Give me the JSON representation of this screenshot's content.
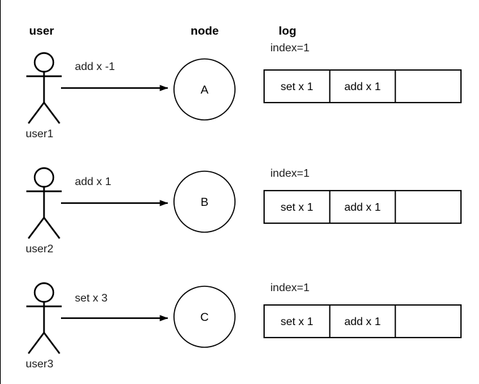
{
  "diagram": {
    "title": "user node log interaction diagram",
    "background_color": "#ffffff",
    "stroke_color": "#000000",
    "text_color": "#1a1a1a"
  },
  "columns": [
    {
      "key": "user",
      "label": "user"
    },
    {
      "key": "node",
      "label": "node"
    },
    {
      "key": "log",
      "label": "log"
    }
  ],
  "rows": [
    {
      "actor_label": "user1",
      "message": "add x -1",
      "node_label": "A",
      "log": {
        "index_label": "index=1",
        "cells": [
          "set x 1",
          "add x 1",
          ""
        ]
      }
    },
    {
      "actor_label": "user2",
      "message": "add x 1",
      "node_label": "B",
      "log": {
        "index_label": "index=1",
        "cells": [
          "set x 1",
          "add x 1",
          ""
        ]
      }
    },
    {
      "actor_label": "user3",
      "message": "set x 3",
      "node_label": "C",
      "log": {
        "index_label": "index=1",
        "cells": [
          "set x 1",
          "add x 1",
          ""
        ]
      }
    }
  ]
}
